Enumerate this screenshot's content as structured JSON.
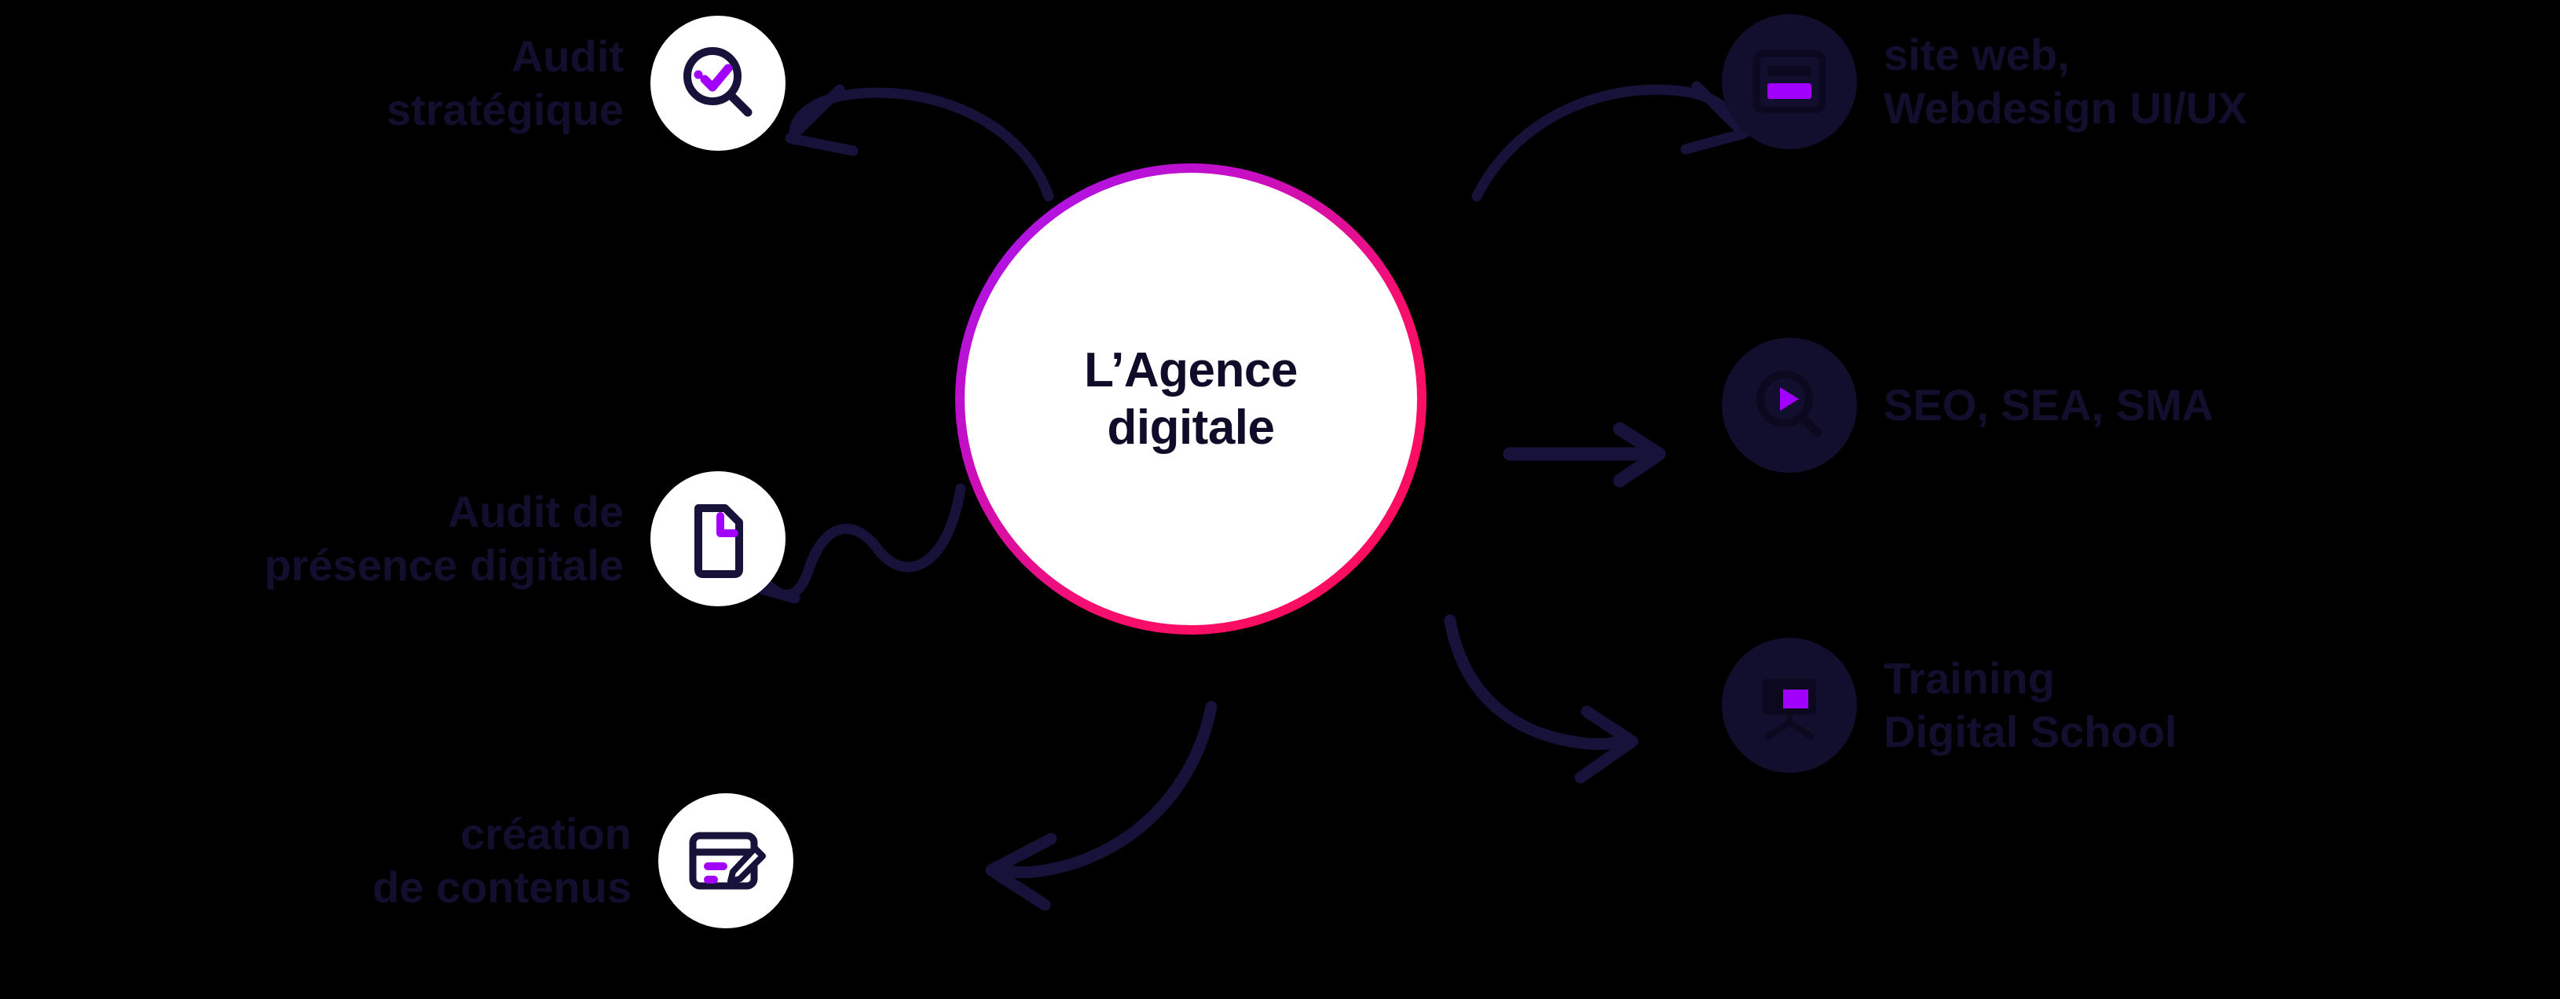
{
  "diagram": {
    "title": "L'Agence digitale services diagram",
    "hub": {
      "line1": "L’Agence",
      "line2": "digitale"
    },
    "colors": {
      "accent_purple": "#a100ff",
      "accent_pink": "#ff0b55",
      "accent_magenta": "#d400d4",
      "text_dark": "#120e2e",
      "bubble_white": "#ffffff",
      "bubble_dark": "#120e2e"
    },
    "left_nodes": [
      {
        "id": "audit-strategique",
        "label": "Audit\nstratégique",
        "icon": "magnifier-check-icon"
      },
      {
        "id": "audit-presence",
        "label": "Audit de\nprésence digitale",
        "icon": "document-clock-icon"
      },
      {
        "id": "creation-contenus",
        "label": "création\nde contenus",
        "icon": "card-edit-icon"
      }
    ],
    "right_nodes": [
      {
        "id": "site-web",
        "label": "site web,\nWebdesign UI/UX",
        "icon": "layout-card-icon"
      },
      {
        "id": "seo",
        "label": "SEO, SEA, SMA",
        "icon": "search-play-icon"
      },
      {
        "id": "training",
        "label": "Training\nDigital School",
        "icon": "presentation-board-icon"
      }
    ],
    "arrows": [
      {
        "id": "arrow-top-left",
        "shape": "curved-left",
        "direction": "left"
      },
      {
        "id": "arrow-mid-left",
        "shape": "wavy-left",
        "direction": "left"
      },
      {
        "id": "arrow-bottom-left",
        "shape": "curved-down-left",
        "direction": "left"
      },
      {
        "id": "arrow-right-top",
        "shape": "curved-right",
        "direction": "right"
      },
      {
        "id": "arrow-right-mid",
        "shape": "straight",
        "direction": "right"
      },
      {
        "id": "arrow-right-bottom",
        "shape": "curved-down-right",
        "direction": "right"
      }
    ]
  }
}
